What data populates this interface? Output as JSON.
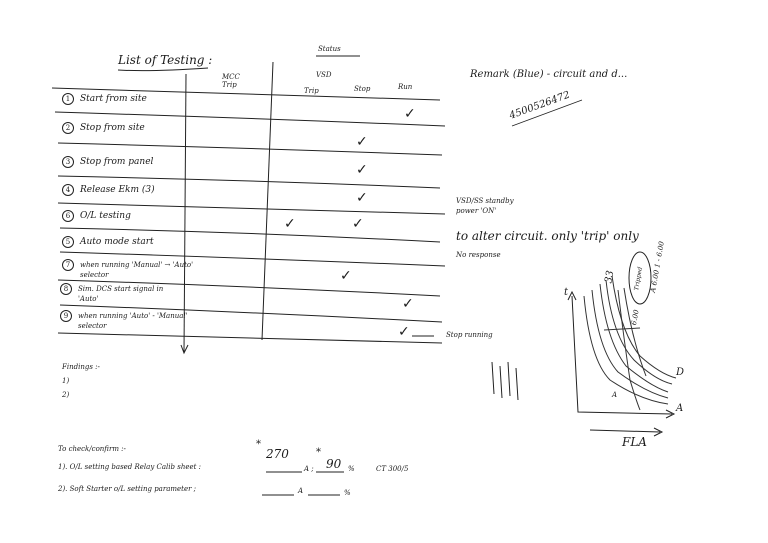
{
  "page": {
    "title": "List of Testing :",
    "status_header": "Status",
    "columns": {
      "mcc_trip": "MCC Trip",
      "vsd": "VSD",
      "trip": "Trip",
      "stop": "Stop",
      "run": "Run"
    },
    "rows": [
      {
        "num": "1",
        "label": "Start from site"
      },
      {
        "num": "2",
        "label": "Stop from site"
      },
      {
        "num": "3",
        "label": "Stop from panel"
      },
      {
        "num": "4",
        "label": "Release Ekm (3)"
      },
      {
        "num": "6",
        "label": "O/L testing"
      },
      {
        "num": "5",
        "label": "Auto mode start"
      },
      {
        "num": "7",
        "label_line1": "when running 'Manual' → 'Auto'",
        "label_line2": "selector"
      },
      {
        "num": "8",
        "label_line1": "Sim. DCS start signal in",
        "label_line2": "'Auto'"
      },
      {
        "num": "9",
        "label_line1": "when running 'Auto' - 'Manual'",
        "label_line2": "selector"
      }
    ],
    "tick_glyph": "✓",
    "right_notes": {
      "remark": "Remark (Blue) - circuit and d...",
      "number": "4500526472",
      "vsd_note_line1": "VSD/SS standby",
      "vsd_note_line2": "power 'ON'",
      "alter_note": "to alter circuit. only 'trip' only",
      "no_response": "No response",
      "stop_running": "Stop running"
    },
    "findings": {
      "heading": "Findings :-",
      "item1": "1)",
      "item2": "2)"
    },
    "confirm": {
      "heading": "To check/confirm :-",
      "line1_text": "1). O/L setting based Relay Calib sheet :",
      "line1_amp": "A ;",
      "line1_pct": "%",
      "line1_ct": "CT 300/5",
      "line1_val_a": "270",
      "line1_val_pct": "90",
      "line2_text": "2). Soft Starter o/L setting parameter ;",
      "line2_amp": "A",
      "line2_pct": "%",
      "star": "*"
    },
    "graph": {
      "axis_y": "t",
      "axis_x": "FLA",
      "label_a": "A",
      "label_d": "D",
      "label_33": "33",
      "label_600": "6.00",
      "side_a": "A",
      "side_values": "A 6.00 1 - 6.00",
      "bubble": "Tripped"
    }
  }
}
